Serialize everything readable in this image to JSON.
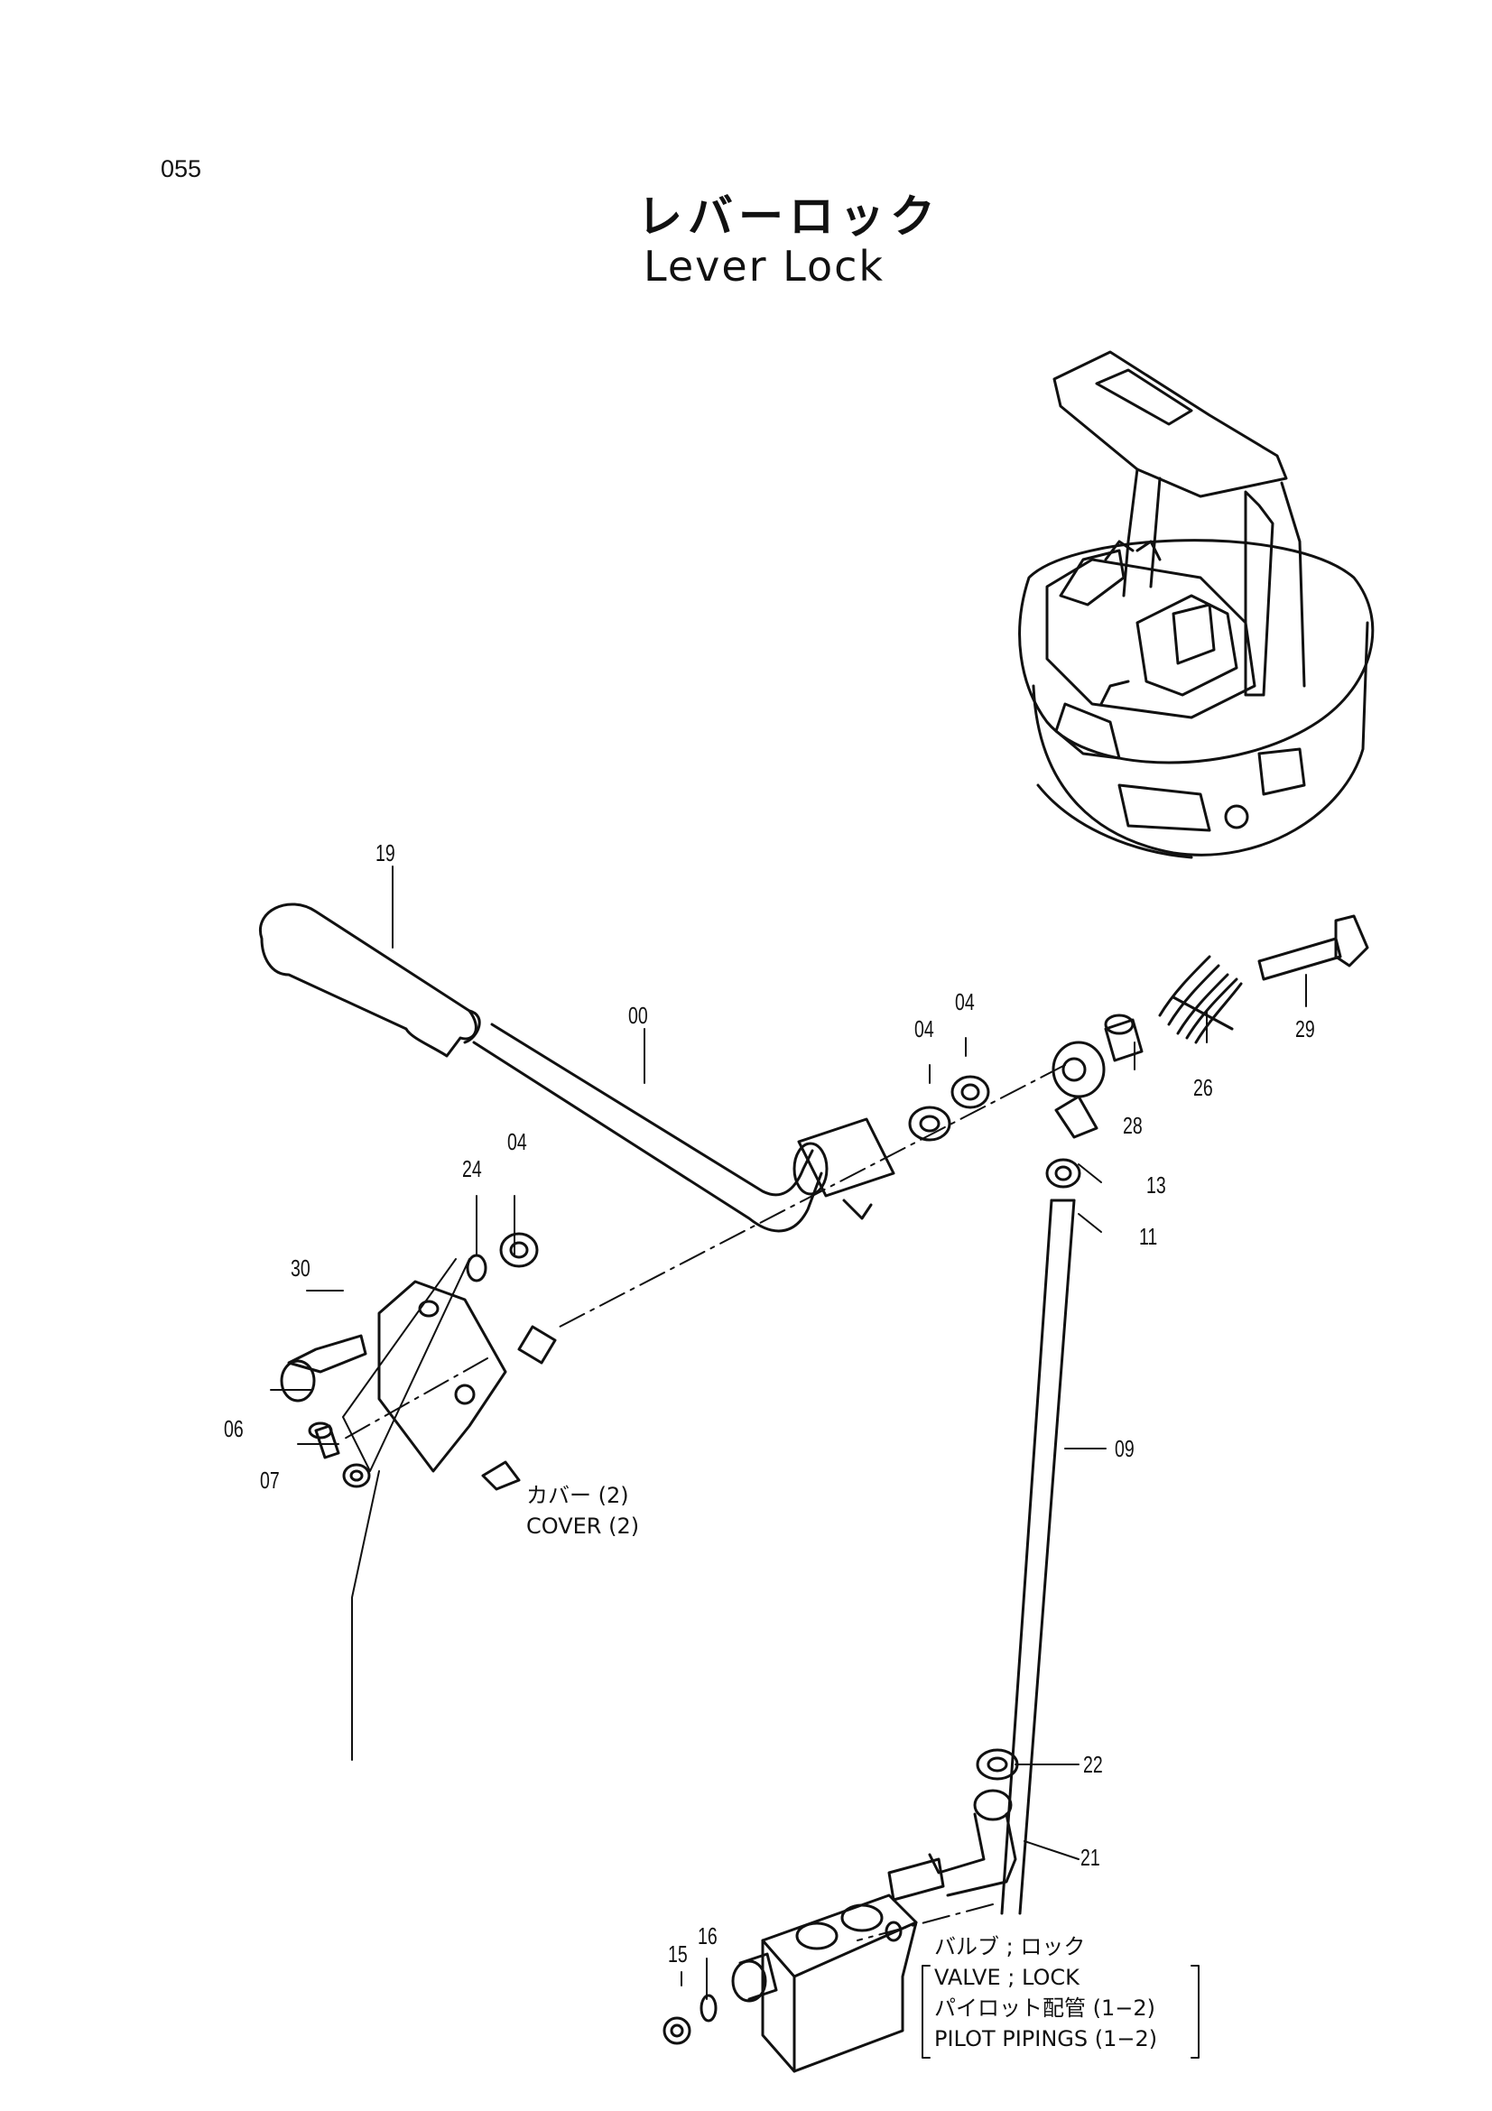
{
  "page": {
    "number": "055"
  },
  "title": {
    "japanese": "レバーロック",
    "english": "Lever Lock"
  },
  "callouts": [
    {
      "id": "c19",
      "label": "19"
    },
    {
      "id": "c00",
      "label": "00"
    },
    {
      "id": "c04a",
      "label": "04"
    },
    {
      "id": "c04b",
      "label": "04"
    },
    {
      "id": "c04c",
      "label": "04"
    },
    {
      "id": "c24",
      "label": "24"
    },
    {
      "id": "c30",
      "label": "30"
    },
    {
      "id": "c06",
      "label": "06"
    },
    {
      "id": "c07",
      "label": "07"
    },
    {
      "id": "c29",
      "label": "29"
    },
    {
      "id": "c26",
      "label": "26"
    },
    {
      "id": "c28",
      "label": "28"
    },
    {
      "id": "c13",
      "label": "13"
    },
    {
      "id": "c11",
      "label": "11"
    },
    {
      "id": "c09",
      "label": "09"
    },
    {
      "id": "c22",
      "label": "22"
    },
    {
      "id": "c21",
      "label": "21"
    },
    {
      "id": "c15",
      "label": "15"
    },
    {
      "id": "c16",
      "label": "16"
    }
  ],
  "notes": {
    "cover_jp": "カバー (2)",
    "cover_en": "COVER (2)",
    "valve_jp": "バルブ ; ロック",
    "valve_en": "VALVE ; LOCK",
    "pipe_jp": "パイロット配管 (1−2)",
    "pipe_en": "PILOT PIPINGS (1−2)"
  }
}
